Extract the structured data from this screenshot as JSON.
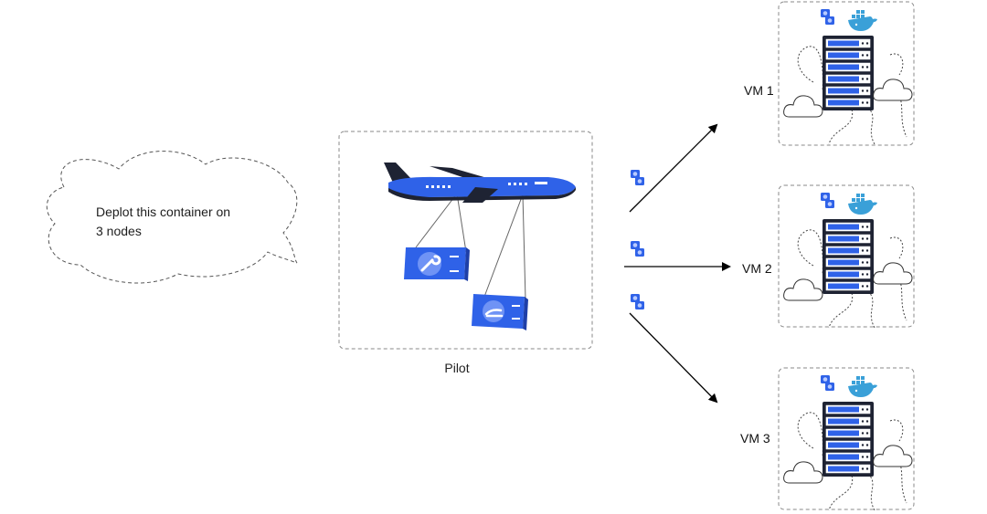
{
  "bubble": {
    "text_line1": "Deplot this container on",
    "text_line2": "3 nodes"
  },
  "pilot": {
    "label": "Pilot"
  },
  "vms": [
    {
      "label": "VM 1"
    },
    {
      "label": "VM 2"
    },
    {
      "label": "VM 3"
    }
  ],
  "colors": {
    "accent_blue": "#2f62e8",
    "dark_navy": "#1e2333",
    "dashed_border": "#8a8a8a",
    "docker_blue": "#3aa0d8"
  }
}
